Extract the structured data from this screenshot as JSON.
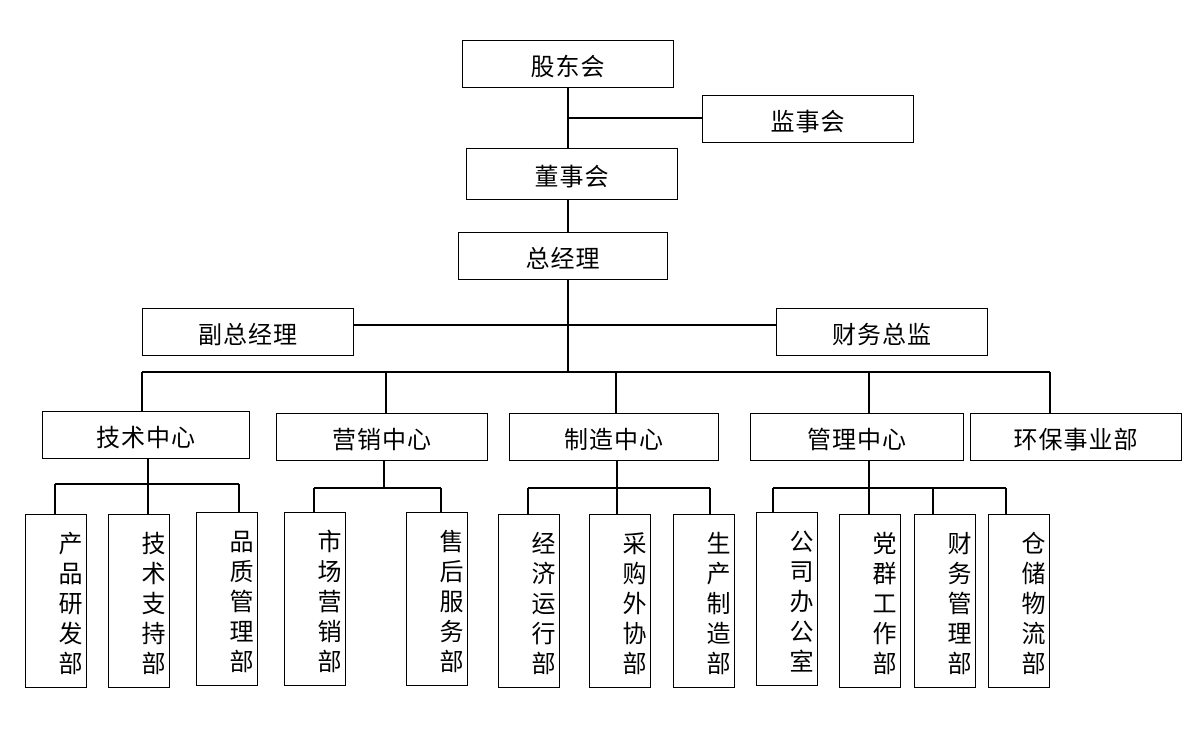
{
  "nodes": {
    "shareholders": "股东会",
    "supervisory_board": "监事会",
    "board": "董事会",
    "general_manager": "总经理",
    "deputy_gm": "副总经理",
    "cfo": "财务总监",
    "tech_center": "技术中心",
    "marketing_center": "营销中心",
    "manufacturing_center": "制造中心",
    "management_center": "管理中心",
    "env_division": "环保事业部",
    "product_rd": "产品研发部",
    "tech_support": "技术支持部",
    "quality_mgmt": "品质管理部",
    "marketing_dept": "市场营销部",
    "after_sales": "售后服务部",
    "econ_ops": "经济运行部",
    "procurement": "采购外协部",
    "production": "生产制造部",
    "office": "公司办公室",
    "party_affairs": "党群工作部",
    "finance_dept": "财务管理部",
    "logistics": "仓储物流部"
  }
}
